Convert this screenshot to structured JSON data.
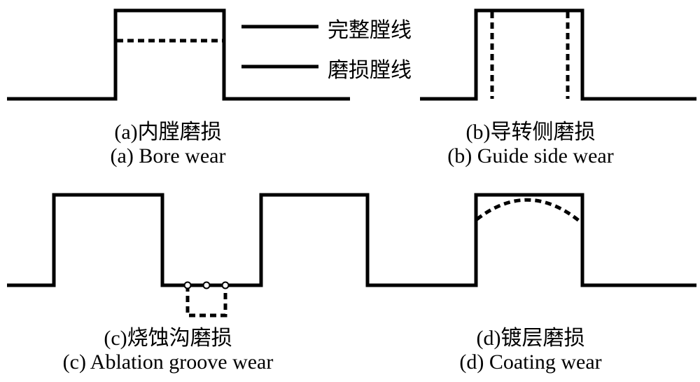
{
  "legend": {
    "intact_label": "完整膛线",
    "worn_label": "磨损膛线"
  },
  "panels": {
    "a": {
      "cn": "(a)内膛磨损",
      "en": "(a) Bore wear"
    },
    "b": {
      "cn": "(b)导转侧磨损",
      "en": "(b) Guide side wear"
    },
    "c": {
      "cn": "(c)烧蚀沟磨损",
      "en": "(c) Ablation groove wear"
    },
    "d": {
      "cn": "(d)镀层磨损",
      "en": "(d) Coating wear"
    }
  },
  "colors": {
    "line": "#000000",
    "background": "#ffffff"
  }
}
